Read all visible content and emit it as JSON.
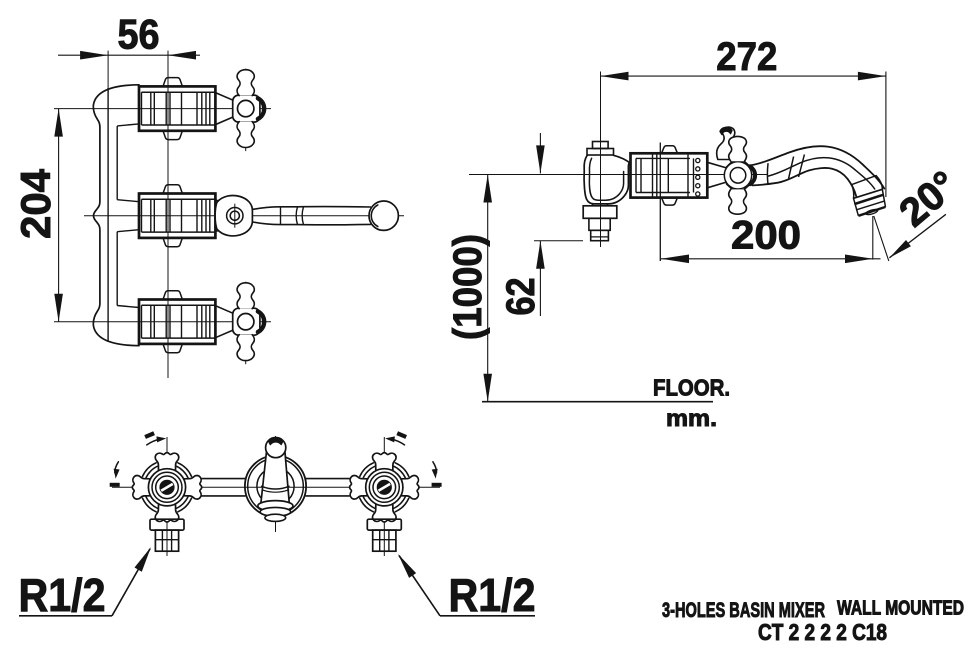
{
  "drawing": {
    "views": {
      "side": {
        "dim_depth": "56",
        "dim_handle_spacing": "204"
      },
      "elevation": {
        "dim_total_reach": "272",
        "dim_spout_reach": "200",
        "dim_spout_angle": "20°",
        "dim_mount_height": "(1000)",
        "dim_inlet_drop": "62",
        "floor_label": "FLOOR.",
        "units_label": "mm."
      },
      "front": {
        "left_thread_label": "R1/2",
        "right_thread_label": "R1/2"
      }
    },
    "title_block": {
      "product_name": "3-HOLES BASIN MIXER",
      "mounting": "WALL MOUNTED",
      "model_code": "CT 2 2 2 2 C18"
    }
  }
}
